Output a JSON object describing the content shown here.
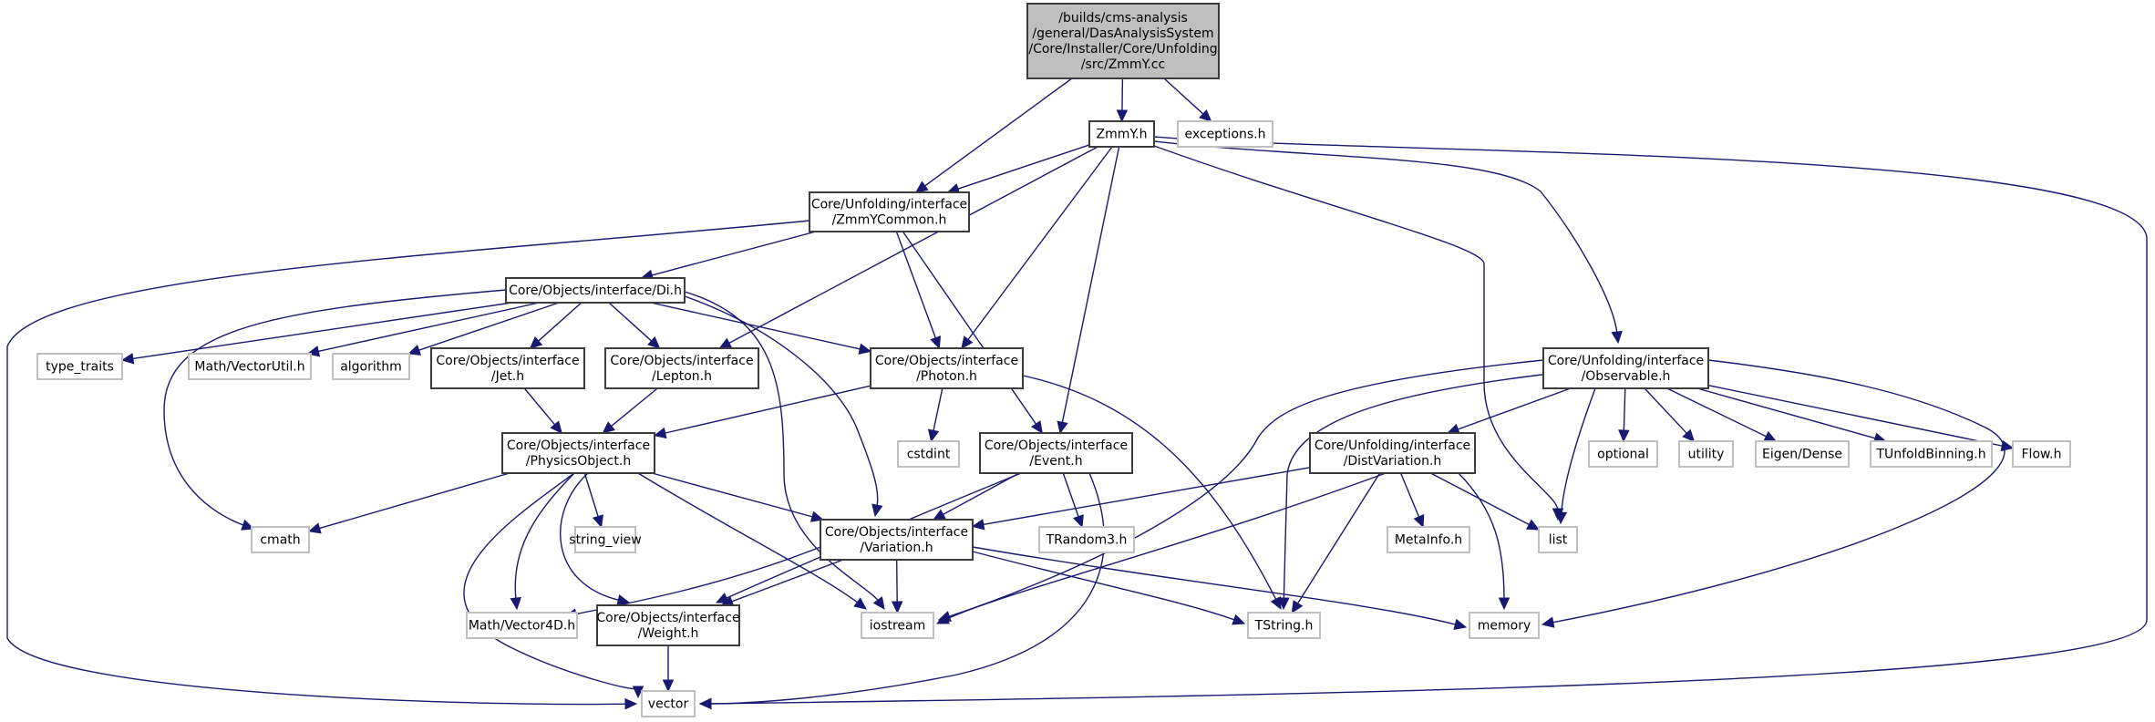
{
  "graph": {
    "title": "Include dependency graph for ZmmY.cc",
    "colors": {
      "edge": "#191970",
      "root_fill": "#bfbfbf",
      "doc_border": "#3c3c3c",
      "external_border": "#bfbfbf"
    },
    "nodes": [
      {
        "id": "root",
        "kind": "root",
        "lines": [
          "/builds/cms-analysis",
          "/general/DasAnalysisSystem",
          "/Core/Installer/Core/Unfolding",
          "/src/ZmmY.cc"
        ]
      },
      {
        "id": "zmmy_h",
        "kind": "doc",
        "lines": [
          "ZmmY.h"
        ]
      },
      {
        "id": "exceptions_h",
        "kind": "ext",
        "lines": [
          "exceptions.h"
        ]
      },
      {
        "id": "zmmycommon_h",
        "kind": "doc",
        "lines": [
          "Core/Unfolding/interface",
          "/ZmmYCommon.h"
        ]
      },
      {
        "id": "di_h",
        "kind": "doc",
        "lines": [
          "Core/Objects/interface/Di.h"
        ]
      },
      {
        "id": "type_traits",
        "kind": "ext",
        "lines": [
          "type_traits"
        ]
      },
      {
        "id": "vectorutil_h",
        "kind": "ext",
        "lines": [
          "Math/VectorUtil.h"
        ]
      },
      {
        "id": "algorithm",
        "kind": "ext",
        "lines": [
          "algorithm"
        ]
      },
      {
        "id": "jet_h",
        "kind": "doc",
        "lines": [
          "Core/Objects/interface",
          "/Jet.h"
        ]
      },
      {
        "id": "lepton_h",
        "kind": "doc",
        "lines": [
          "Core/Objects/interface",
          "/Lepton.h"
        ]
      },
      {
        "id": "photon_h",
        "kind": "doc",
        "lines": [
          "Core/Objects/interface",
          "/Photon.h"
        ]
      },
      {
        "id": "cstdint",
        "kind": "ext",
        "lines": [
          "cstdint"
        ]
      },
      {
        "id": "event_h",
        "kind": "doc",
        "lines": [
          "Core/Objects/interface",
          "/Event.h"
        ]
      },
      {
        "id": "observable_h",
        "kind": "doc",
        "lines": [
          "Core/Unfolding/interface",
          "/Observable.h"
        ]
      },
      {
        "id": "optional",
        "kind": "ext",
        "lines": [
          "optional"
        ]
      },
      {
        "id": "utility",
        "kind": "ext",
        "lines": [
          "utility"
        ]
      },
      {
        "id": "eigen_dense",
        "kind": "ext",
        "lines": [
          "Eigen/Dense"
        ]
      },
      {
        "id": "tunfoldbinning_h",
        "kind": "ext",
        "lines": [
          "TUnfoldBinning.h"
        ]
      },
      {
        "id": "flow_h",
        "kind": "ext",
        "lines": [
          "Flow.h"
        ]
      },
      {
        "id": "physicsobject_h",
        "kind": "doc",
        "lines": [
          "Core/Objects/interface",
          "/PhysicsObject.h"
        ]
      },
      {
        "id": "distvariation_h",
        "kind": "doc",
        "lines": [
          "Core/Unfolding/interface",
          "/DistVariation.h"
        ]
      },
      {
        "id": "cmath",
        "kind": "ext",
        "lines": [
          "cmath"
        ]
      },
      {
        "id": "string_view",
        "kind": "ext",
        "lines": [
          "string_view"
        ]
      },
      {
        "id": "variation_h",
        "kind": "doc",
        "lines": [
          "Core/Objects/interface",
          "/Variation.h"
        ]
      },
      {
        "id": "trandom3_h",
        "kind": "ext",
        "lines": [
          "TRandom3.h"
        ]
      },
      {
        "id": "metainfo_h",
        "kind": "ext",
        "lines": [
          "MetaInfo.h"
        ]
      },
      {
        "id": "list",
        "kind": "ext",
        "lines": [
          "list"
        ]
      },
      {
        "id": "vector4d_h",
        "kind": "ext",
        "lines": [
          "Math/Vector4D.h"
        ]
      },
      {
        "id": "weight_h",
        "kind": "doc",
        "lines": [
          "Core/Objects/interface",
          "/Weight.h"
        ]
      },
      {
        "id": "iostream",
        "kind": "ext",
        "lines": [
          "iostream"
        ]
      },
      {
        "id": "tstring_h",
        "kind": "ext",
        "lines": [
          "TString.h"
        ]
      },
      {
        "id": "memory",
        "kind": "ext",
        "lines": [
          "memory"
        ]
      },
      {
        "id": "vector",
        "kind": "ext",
        "lines": [
          "vector"
        ]
      }
    ],
    "edges": [
      [
        "root",
        "zmmy_h"
      ],
      [
        "root",
        "exceptions_h"
      ],
      [
        "root",
        "zmmycommon_h"
      ],
      [
        "zmmy_h",
        "zmmycommon_h"
      ],
      [
        "zmmy_h",
        "lepton_h"
      ],
      [
        "zmmy_h",
        "photon_h"
      ],
      [
        "zmmy_h",
        "event_h"
      ],
      [
        "zmmy_h",
        "observable_h"
      ],
      [
        "zmmy_h",
        "list"
      ],
      [
        "zmmy_h",
        "vector"
      ],
      [
        "zmmycommon_h",
        "di_h"
      ],
      [
        "zmmycommon_h",
        "photon_h"
      ],
      [
        "zmmycommon_h",
        "event_h"
      ],
      [
        "zmmycommon_h",
        "vector"
      ],
      [
        "di_h",
        "type_traits"
      ],
      [
        "di_h",
        "vectorutil_h"
      ],
      [
        "di_h",
        "algorithm"
      ],
      [
        "di_h",
        "jet_h"
      ],
      [
        "di_h",
        "lepton_h"
      ],
      [
        "di_h",
        "photon_h"
      ],
      [
        "di_h",
        "cmath"
      ],
      [
        "di_h",
        "iostream"
      ],
      [
        "di_h",
        "variation_h"
      ],
      [
        "jet_h",
        "physicsobject_h"
      ],
      [
        "lepton_h",
        "physicsobject_h"
      ],
      [
        "photon_h",
        "physicsobject_h"
      ],
      [
        "photon_h",
        "cstdint"
      ],
      [
        "photon_h",
        "tstring_h"
      ],
      [
        "event_h",
        "variation_h"
      ],
      [
        "event_h",
        "trandom3_h"
      ],
      [
        "event_h",
        "weight_h"
      ],
      [
        "event_h",
        "vector"
      ],
      [
        "physicsobject_h",
        "cmath"
      ],
      [
        "physicsobject_h",
        "string_view"
      ],
      [
        "physicsobject_h",
        "variation_h"
      ],
      [
        "physicsobject_h",
        "vector4d_h"
      ],
      [
        "physicsobject_h",
        "weight_h"
      ],
      [
        "physicsobject_h",
        "iostream"
      ],
      [
        "physicsobject_h",
        "vector"
      ],
      [
        "observable_h",
        "optional"
      ],
      [
        "observable_h",
        "utility"
      ],
      [
        "observable_h",
        "eigen_dense"
      ],
      [
        "observable_h",
        "tunfoldbinning_h"
      ],
      [
        "observable_h",
        "flow_h"
      ],
      [
        "observable_h",
        "distvariation_h"
      ],
      [
        "observable_h",
        "list"
      ],
      [
        "observable_h",
        "tstring_h"
      ],
      [
        "observable_h",
        "iostream"
      ],
      [
        "observable_h",
        "memory"
      ],
      [
        "distvariation_h",
        "variation_h"
      ],
      [
        "distvariation_h",
        "metainfo_h"
      ],
      [
        "distvariation_h",
        "list"
      ],
      [
        "distvariation_h",
        "tstring_h"
      ],
      [
        "distvariation_h",
        "iostream"
      ],
      [
        "distvariation_h",
        "memory"
      ],
      [
        "variation_h",
        "iostream"
      ],
      [
        "variation_h",
        "weight_h"
      ],
      [
        "variation_h",
        "vector4d_h"
      ],
      [
        "variation_h",
        "tstring_h"
      ],
      [
        "variation_h",
        "memory"
      ],
      [
        "weight_h",
        "vector"
      ]
    ]
  }
}
